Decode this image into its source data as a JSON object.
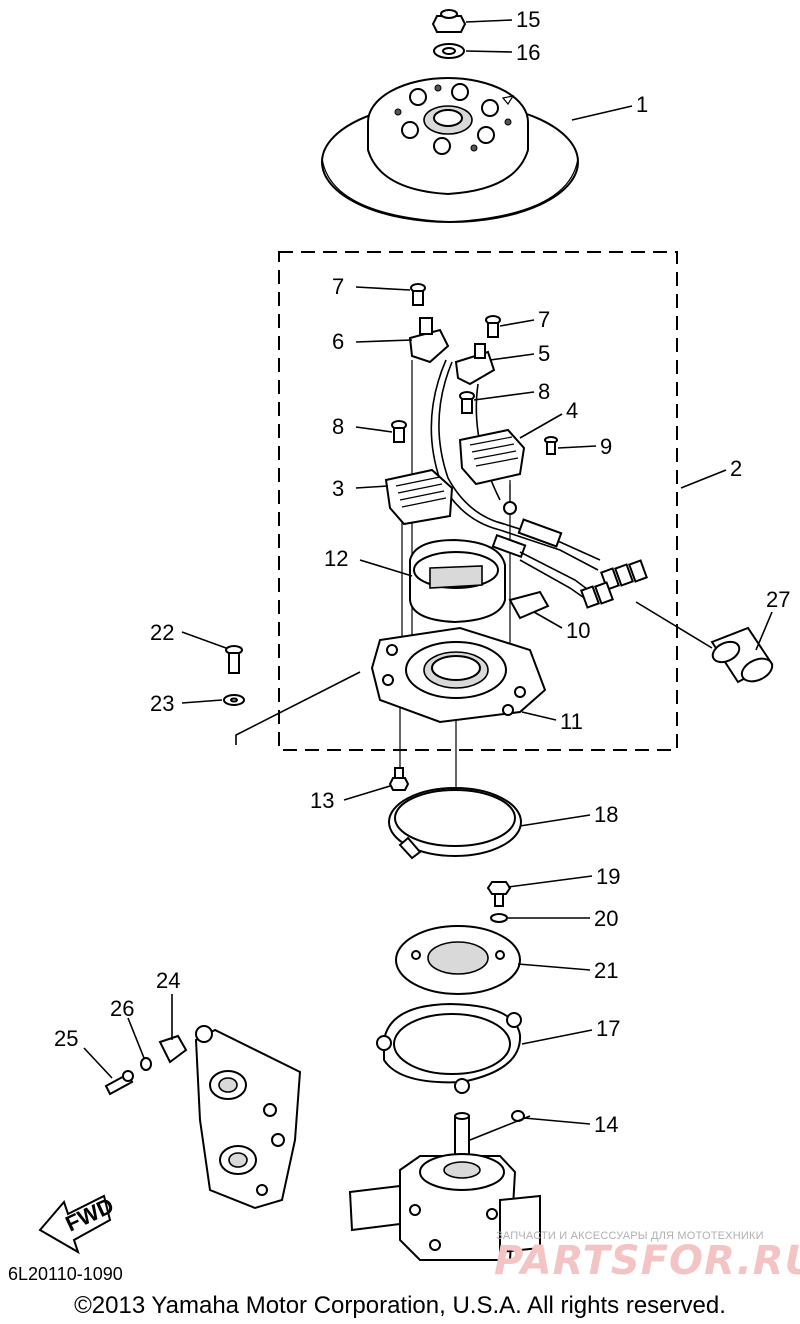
{
  "diagram": {
    "callouts": [
      {
        "id": "c15",
        "text": "15"
      },
      {
        "id": "c16",
        "text": "16"
      },
      {
        "id": "c1",
        "text": "1"
      },
      {
        "id": "c7a",
        "text": "7"
      },
      {
        "id": "c7b",
        "text": "7"
      },
      {
        "id": "c6",
        "text": "6"
      },
      {
        "id": "c5",
        "text": "5"
      },
      {
        "id": "c8a",
        "text": "8"
      },
      {
        "id": "c8b",
        "text": "8"
      },
      {
        "id": "c4",
        "text": "4"
      },
      {
        "id": "c9",
        "text": "9"
      },
      {
        "id": "c2",
        "text": "2"
      },
      {
        "id": "c3",
        "text": "3"
      },
      {
        "id": "c12",
        "text": "12"
      },
      {
        "id": "c27",
        "text": "27"
      },
      {
        "id": "c10",
        "text": "10"
      },
      {
        "id": "c22",
        "text": "22"
      },
      {
        "id": "c23",
        "text": "23"
      },
      {
        "id": "c11",
        "text": "11"
      },
      {
        "id": "c13",
        "text": "13"
      },
      {
        "id": "c18",
        "text": "18"
      },
      {
        "id": "c19",
        "text": "19"
      },
      {
        "id": "c20",
        "text": "20"
      },
      {
        "id": "c21",
        "text": "21"
      },
      {
        "id": "c24",
        "text": "24"
      },
      {
        "id": "c26",
        "text": "26"
      },
      {
        "id": "c25",
        "text": "25"
      },
      {
        "id": "c17",
        "text": "17"
      },
      {
        "id": "c14",
        "text": "14"
      }
    ],
    "fwd_label": "FWD"
  },
  "footer": {
    "diagram_code": "6L20110-1090",
    "copyright": "©2013 Yamaha Motor Corporation, U.S.A. All rights reserved."
  },
  "watermark": {
    "tagline": "ЗАПЧАСТИ И АКСЕССУАРЫ ДЛЯ МОТОТЕХНИКИ",
    "brand": "PARTSFOR.RU",
    "color": "#f4c4c4"
  }
}
